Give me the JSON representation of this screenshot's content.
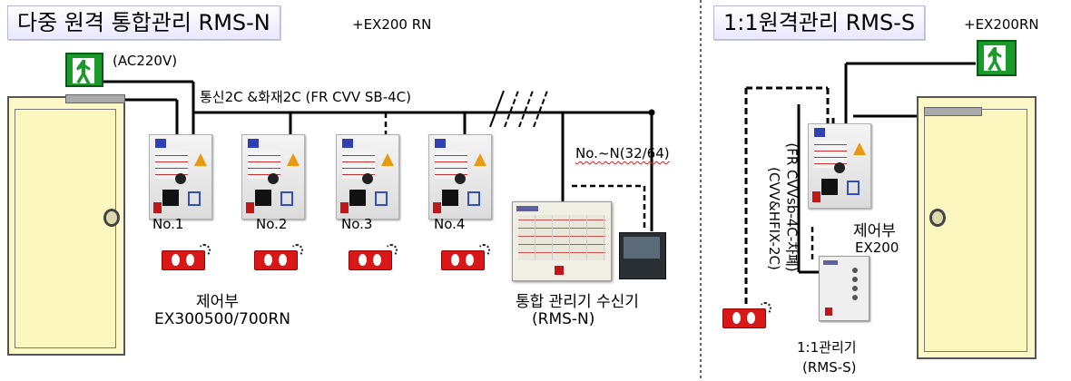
{
  "left": {
    "title": "다중 원격 통합관리 RMS-N",
    "title_suffix": "+EX200 RN",
    "power_label": "(AC220V)",
    "bus_label": "통신2C &화재2C (FR CVV SB-4C)",
    "expansion_label": "No.~N(32/64)",
    "units": [
      {
        "label": "No.1"
      },
      {
        "label": "No.2"
      },
      {
        "label": "No.3"
      },
      {
        "label": "No.4"
      }
    ],
    "controller_label_line1": "제어부",
    "controller_label_line2": "EX300500/700RN",
    "receiver_label_line1": "통합 관리기 수신기",
    "receiver_label_line2": "(RMS-N)"
  },
  "right": {
    "title": "1:1원격관리 RMS-S",
    "title_suffix": "+EX200RN",
    "cable_label_a": "(FR CVVsb-4C-차폐)",
    "cable_label_b": "(CVV&HFIX-2C)",
    "controller_label_line1": "제어부",
    "controller_label_line2": "EX200",
    "manager_label_line1": "1:1관리기",
    "manager_label_line2": "(RMS-S)"
  },
  "colors": {
    "door_fill": "#fdf8c8",
    "exit_sign": "#1a9a2a",
    "detector": "#d81818",
    "title_border": "#b8b8e8"
  },
  "icons": [
    "exit-sign-icon",
    "door-icon",
    "controller-icon",
    "fire-detector-icon",
    "receiver-panel-icon",
    "monitor-icon",
    "manager-unit-icon"
  ]
}
